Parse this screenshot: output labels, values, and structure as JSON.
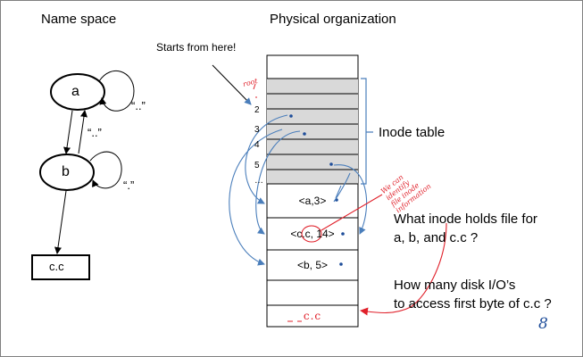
{
  "headings": {
    "name_space": "Name space",
    "physical": "Physical organization"
  },
  "name_space": {
    "node_a": "a",
    "node_b": "b",
    "file_cc": "c.c",
    "loop_a_label": "“..”",
    "loop_b_label": "“.”",
    "edge_ba_label": "“..”"
  },
  "physical": {
    "start_label": "Starts from here!",
    "root_note": "root",
    "row_numbers": [
      "2",
      "3",
      "4",
      "5",
      "…"
    ],
    "inode_table_label": "Inode table",
    "dir_entries": [
      "<a,3>",
      "<c.c, 14>",
      "<b, 5>"
    ],
    "last_block_text": "c.c",
    "handwritten_note": [
      "We can",
      "identify",
      "file inode",
      "information"
    ]
  },
  "questions": {
    "q1_line1": "What inode holds file for",
    "q1_line2": "a, b, and c.c ?",
    "q2_line1": "How many disk I/O’s",
    "q2_line2": "to access first byte of c.c ?"
  },
  "slide_number": "8"
}
